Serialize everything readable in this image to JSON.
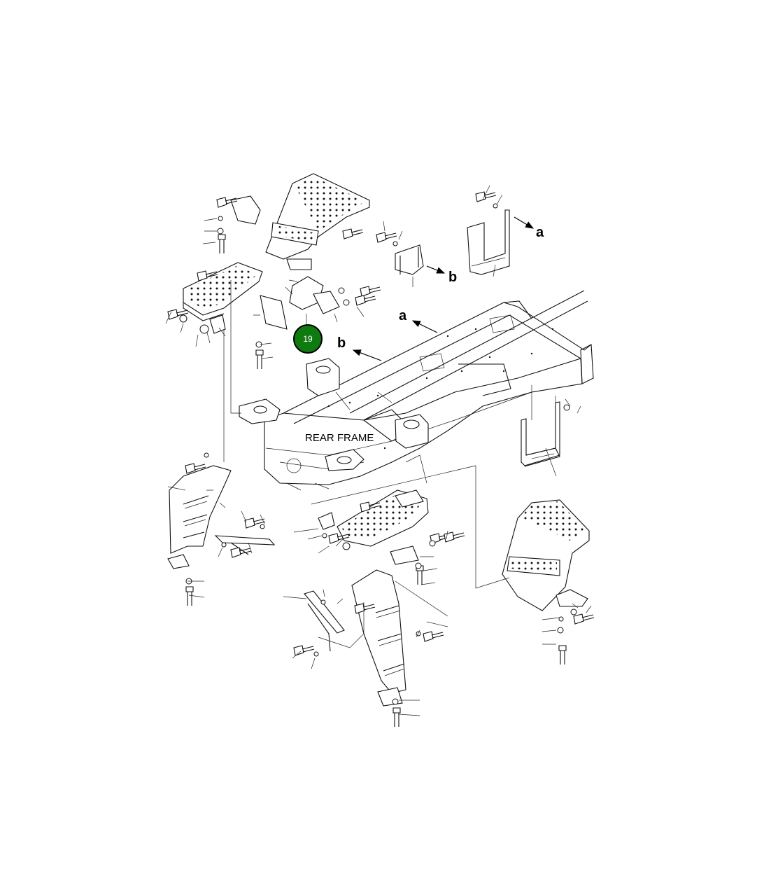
{
  "diagram": {
    "frame_label": "REAR FRAME",
    "ref_labels": [
      "a",
      "b",
      "a",
      "b"
    ],
    "callouts": [
      {
        "number": "19",
        "color": "#0f7a0f",
        "border": "#000000"
      }
    ]
  }
}
